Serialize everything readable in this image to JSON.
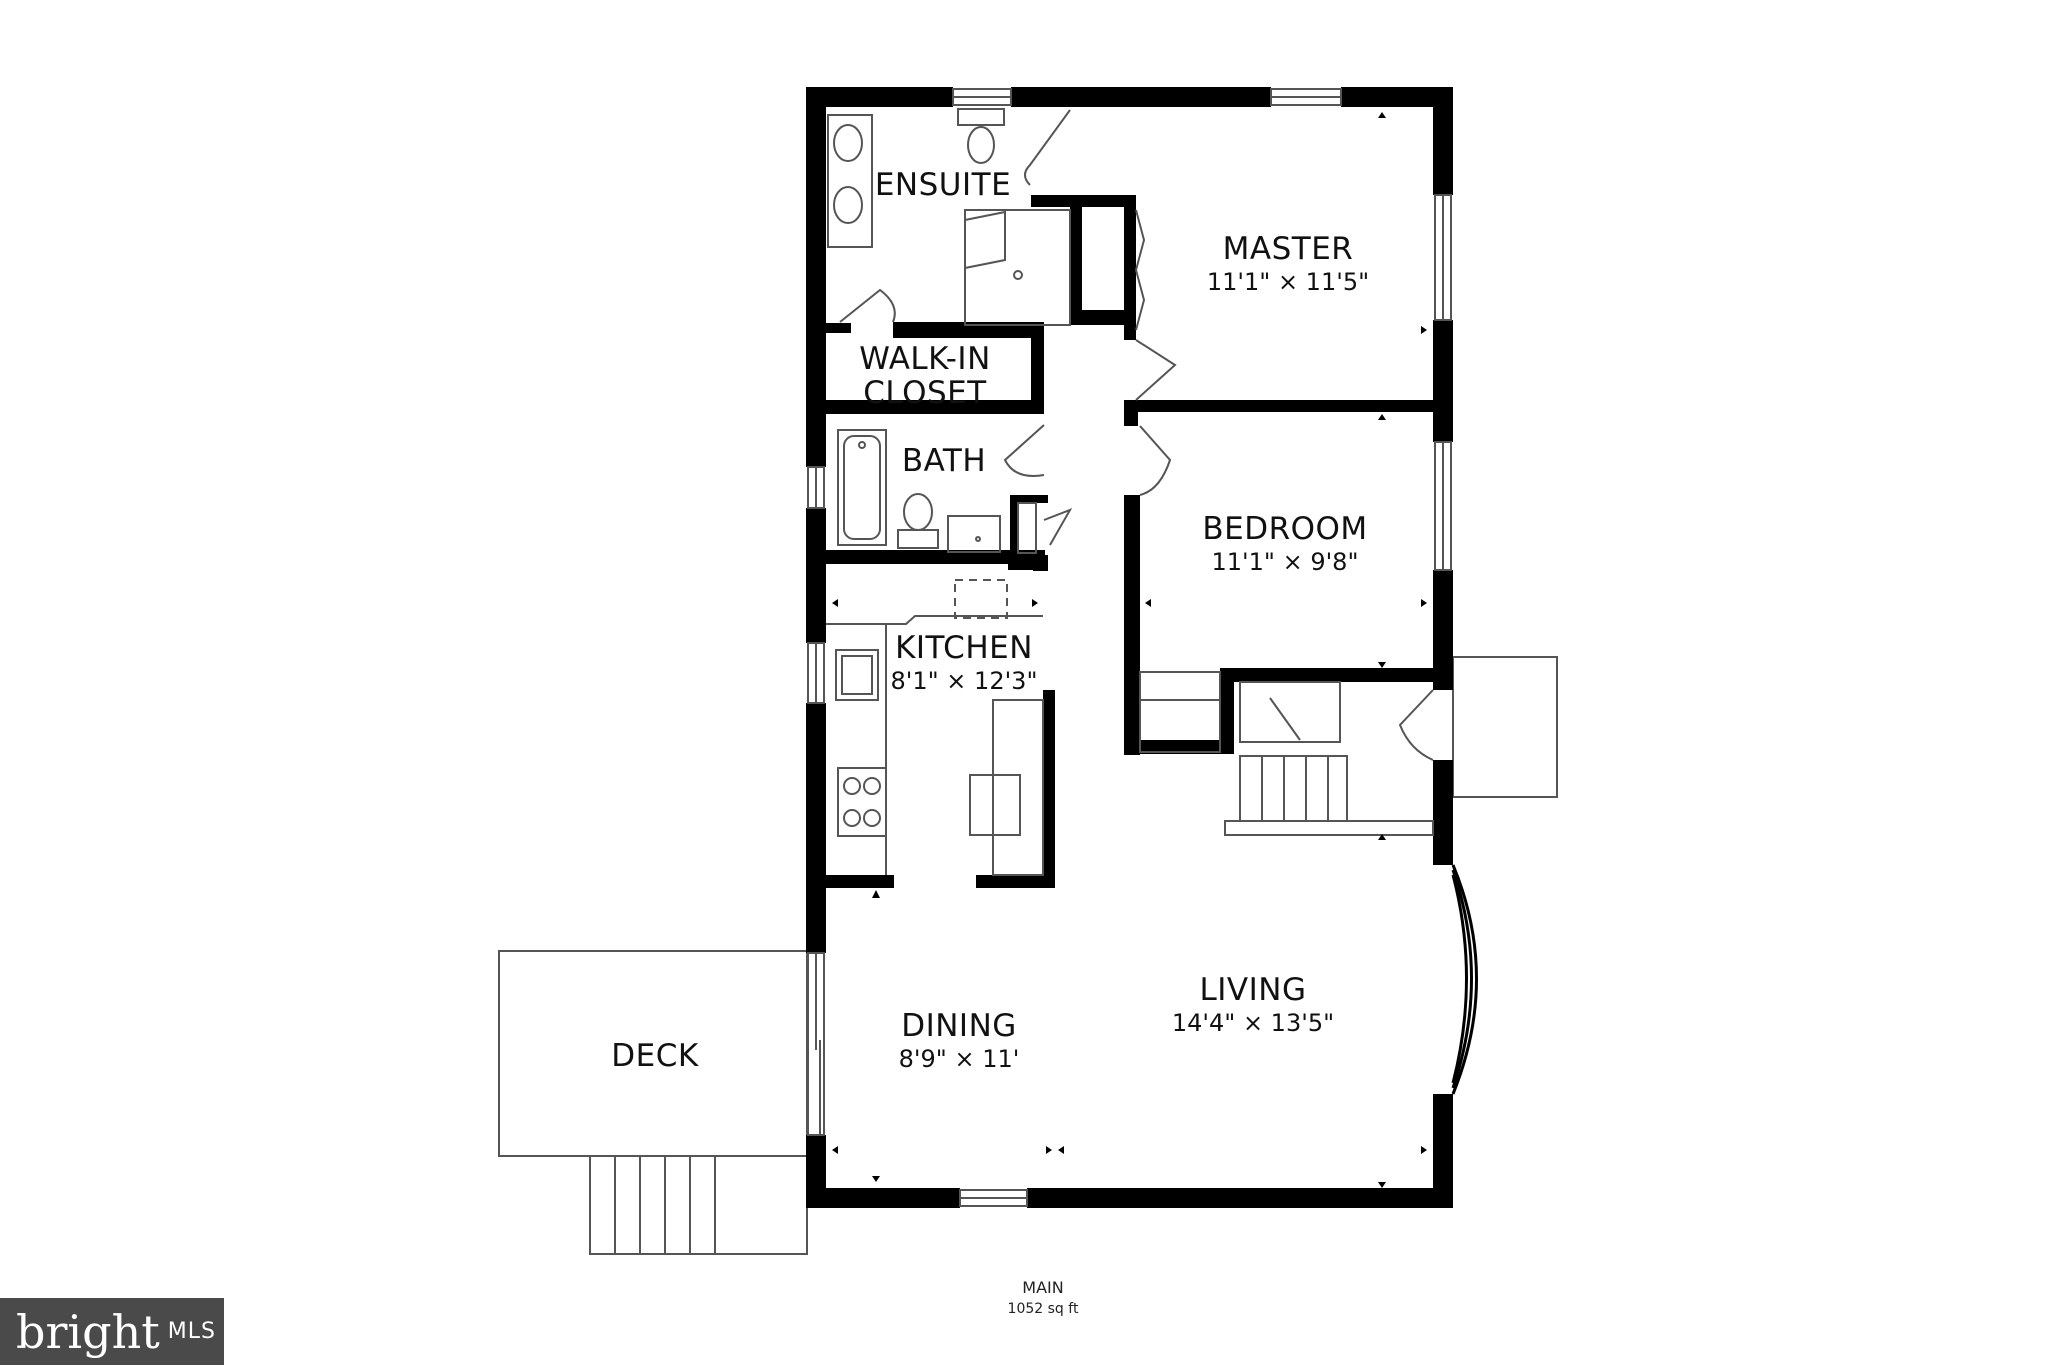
{
  "rooms": {
    "ensuite": {
      "name": "ENSUITE"
    },
    "master": {
      "name": "MASTER",
      "dims": "11'1\" × 11'5\""
    },
    "walk_in_closet": {
      "name_line1": "WALK-IN",
      "name_line2": "CLOSET"
    },
    "bath": {
      "name": "BATH"
    },
    "bedroom": {
      "name": "BEDROOM",
      "dims": "11'1\" × 9'8\""
    },
    "kitchen": {
      "name": "KITCHEN",
      "dims": "8'1\" × 12'3\""
    },
    "living": {
      "name": "LIVING",
      "dims": "14'4\" × 13'5\""
    },
    "dining": {
      "name": "DINING",
      "dims": "8'9\" × 11'"
    },
    "deck": {
      "name": "DECK"
    }
  },
  "floor": {
    "name": "MAIN",
    "area": "1052 sq ft"
  },
  "logo": {
    "brand": "bright",
    "suffix": "MLS"
  },
  "colors": {
    "wall": "#000000",
    "fixture": "#555555",
    "logo_bg": "#4a4a4a"
  }
}
